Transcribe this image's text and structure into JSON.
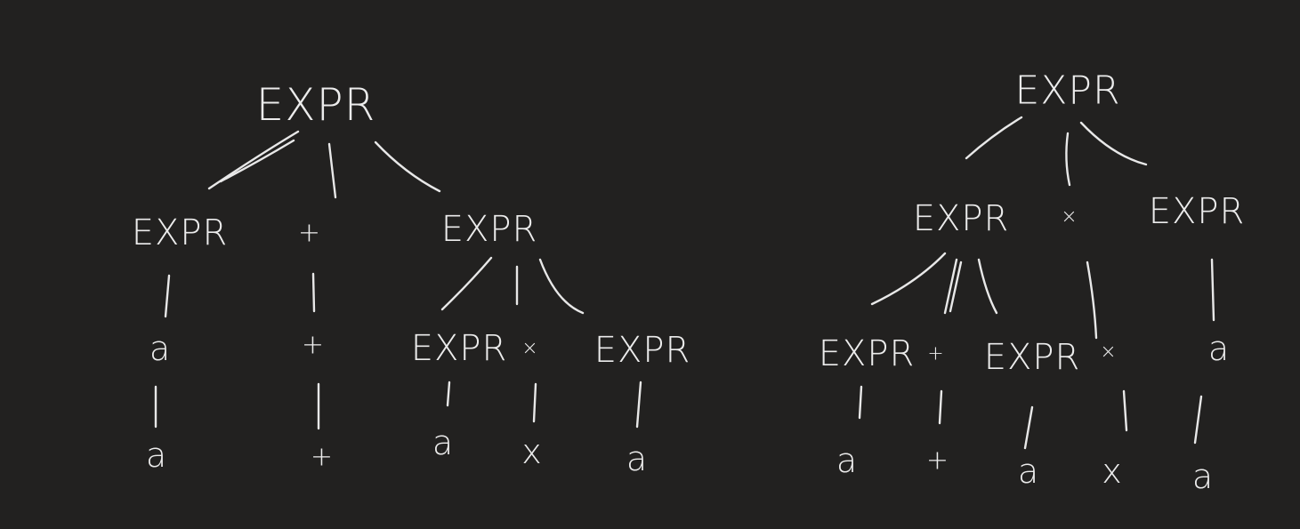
{
  "diagram": {
    "background_color": "#222120",
    "ink_color": "#ececec",
    "trees": [
      {
        "nodes": {
          "root": "EXPR",
          "left_expr": "EXPR",
          "plus_node": "+",
          "right_expr": "EXPR",
          "left_a": "a",
          "left_a_leaf": "a",
          "plus_child": "+",
          "plus_leaf": "+",
          "inner_left_expr": "EXPR",
          "times_node": "×",
          "inner_right_expr": "EXPR",
          "inner_left_leaf": "a",
          "times_leaf": "x",
          "inner_right_leaf": "a"
        }
      },
      {
        "nodes": {
          "root": "EXPR",
          "left_expr": "EXPR",
          "times_node": "×",
          "right_expr": "EXPR",
          "inner_left_expr": "EXPR",
          "plus_node": "+",
          "inner_right_expr": "EXPR",
          "times_child": "×",
          "right_a": "a",
          "inner_left_leaf": "a",
          "plus_leaf": "+",
          "inner_right_leaf": "a",
          "times_leaf": "x",
          "right_a_leaf": "a"
        }
      }
    ]
  }
}
